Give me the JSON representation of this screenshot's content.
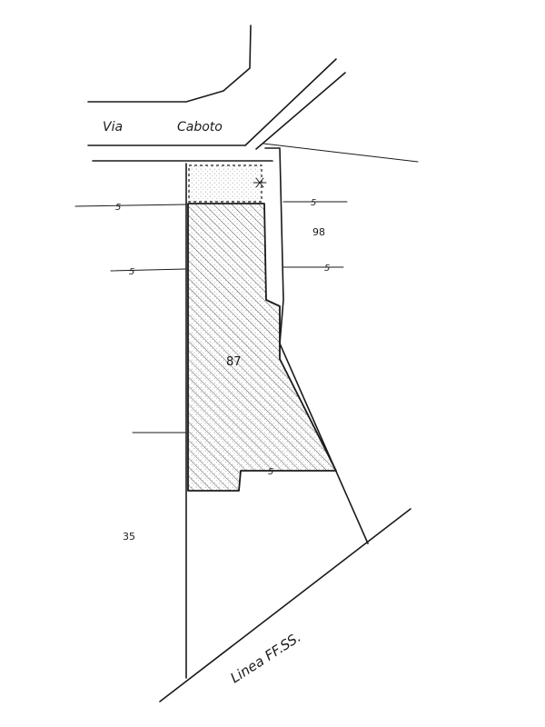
{
  "street_label": {
    "part1": "Via",
    "part2": "Caboto"
  },
  "railway_label": "Linea FF.SS.",
  "parcels": {
    "main": "87",
    "east": "98",
    "west": "35"
  },
  "section_marks": [
    "5",
    "5",
    "5",
    "5",
    "5"
  ],
  "colors": {
    "ink": "#1a1a1a",
    "hatch": "#5a5a5a",
    "stipple": "#9a9a9a",
    "paper": "#ffffff"
  }
}
